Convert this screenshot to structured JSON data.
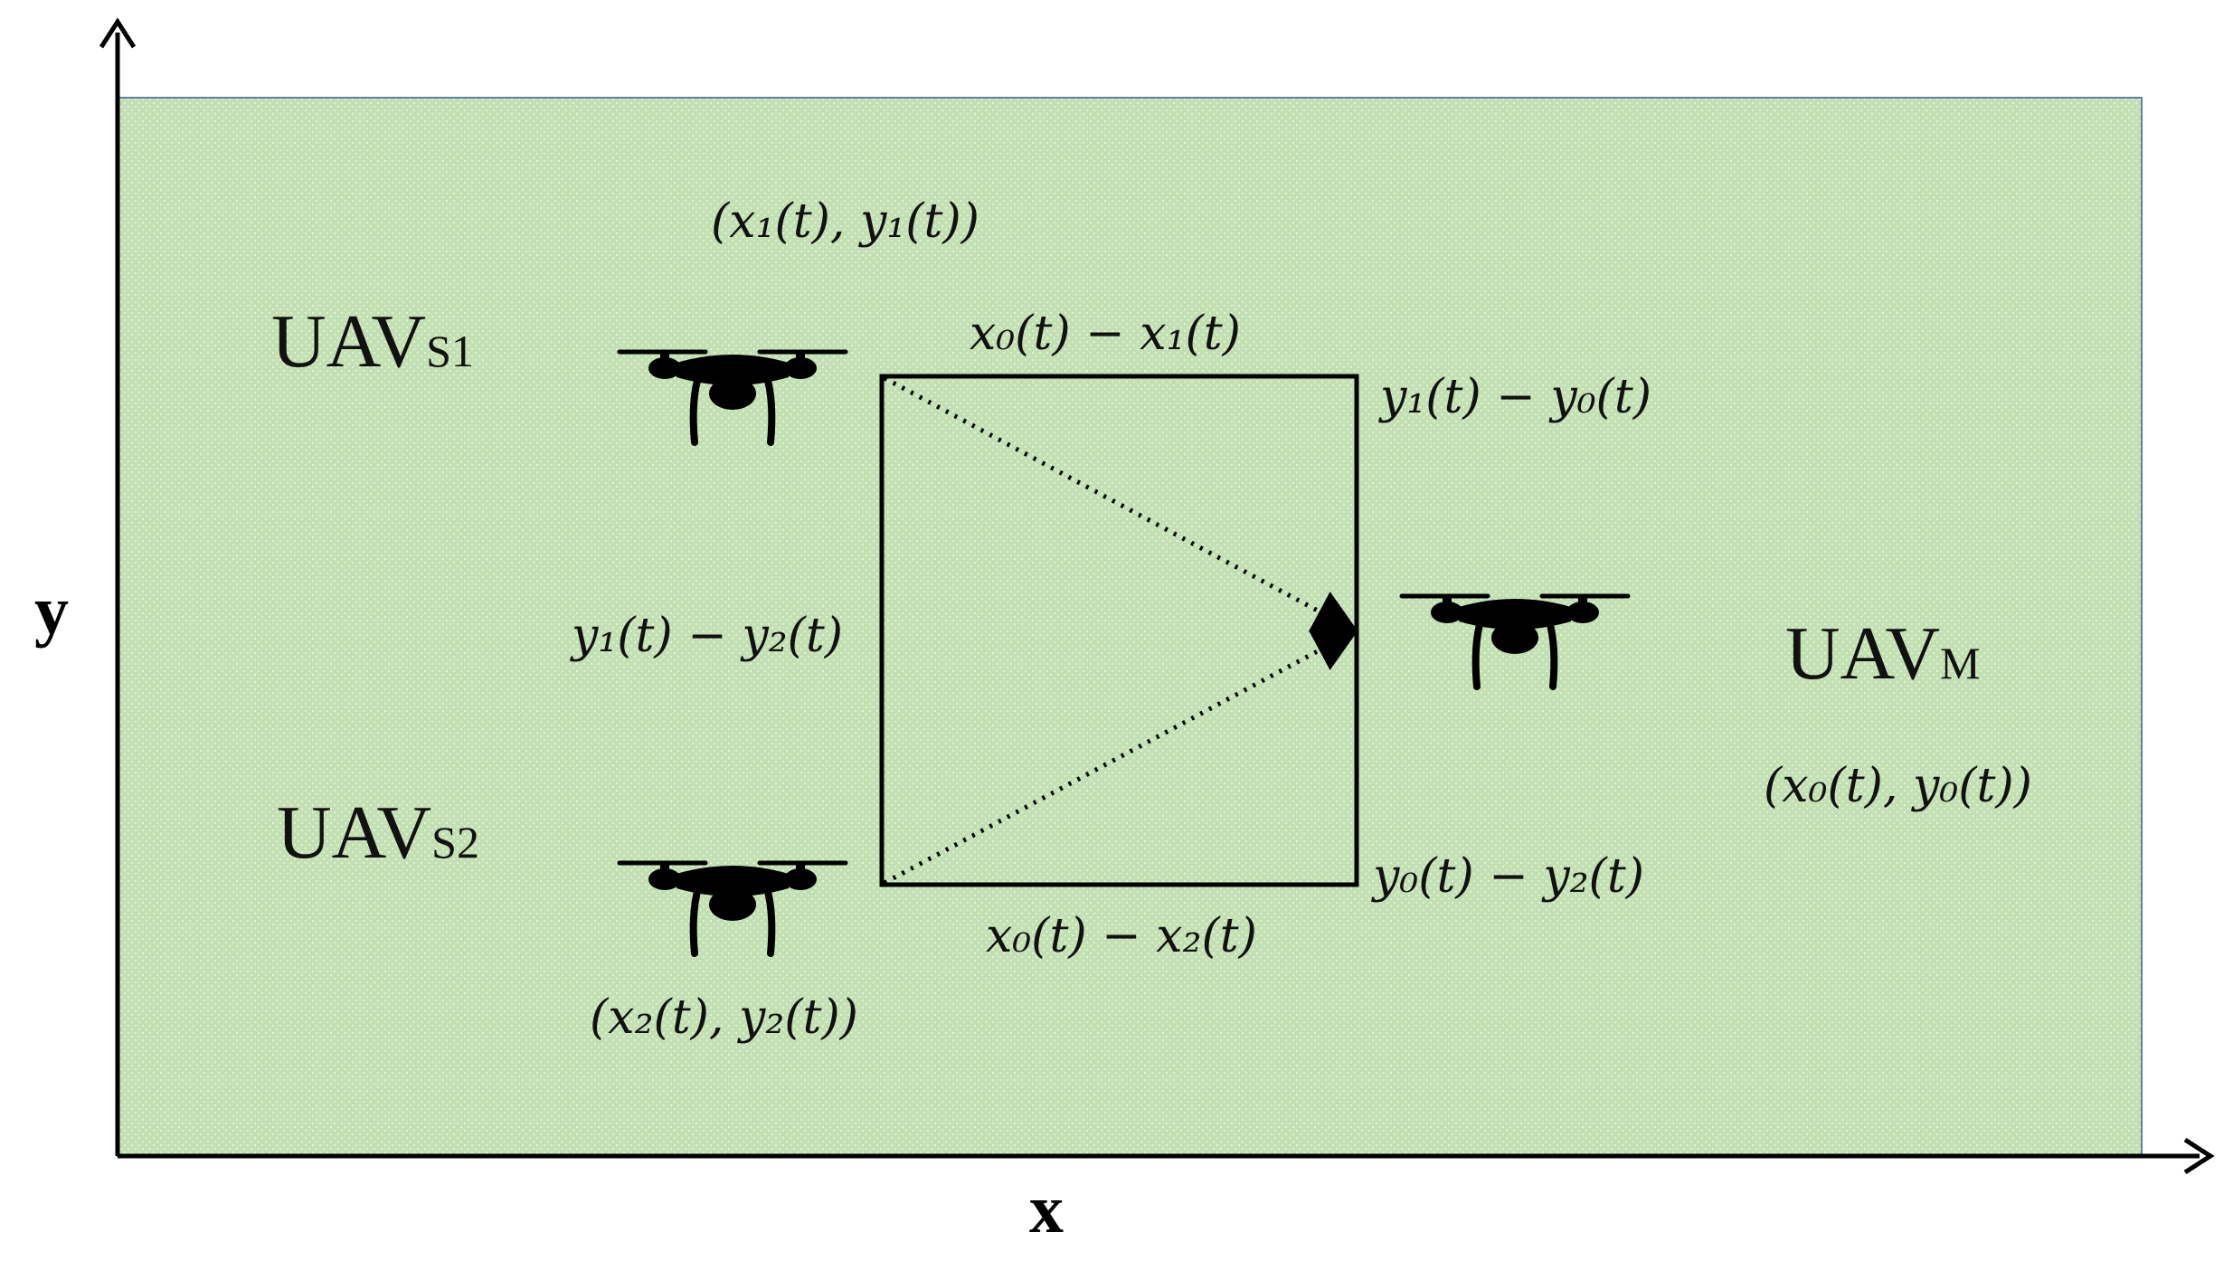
{
  "axes": {
    "x_label": "x",
    "y_label": "y"
  },
  "uavs": {
    "s1": {
      "name": "UAV",
      "sub": "S1",
      "coord": "(x₁(t), y₁(t))"
    },
    "s2": {
      "name": "UAV",
      "sub": "S2",
      "coord": "(x₂(t), y₂(t))"
    },
    "m": {
      "name": "UAV",
      "sub": "M",
      "coord": "(x₀(t), y₀(t))"
    }
  },
  "differences": {
    "top": "x₀(t) − x₁(t)",
    "bottom": "x₀(t) − x₂(t)",
    "left": "y₁(t) − y₂(t)",
    "right_top": "y₁(t) − y₀(t)",
    "right_bottom": "y₀(t) − y₂(t)"
  },
  "colors": {
    "field": "#c2e0b2",
    "field_border": "#5b7fa8",
    "ink": "#000000"
  },
  "icons": {
    "drone": "quadcopter-drone-icon"
  }
}
